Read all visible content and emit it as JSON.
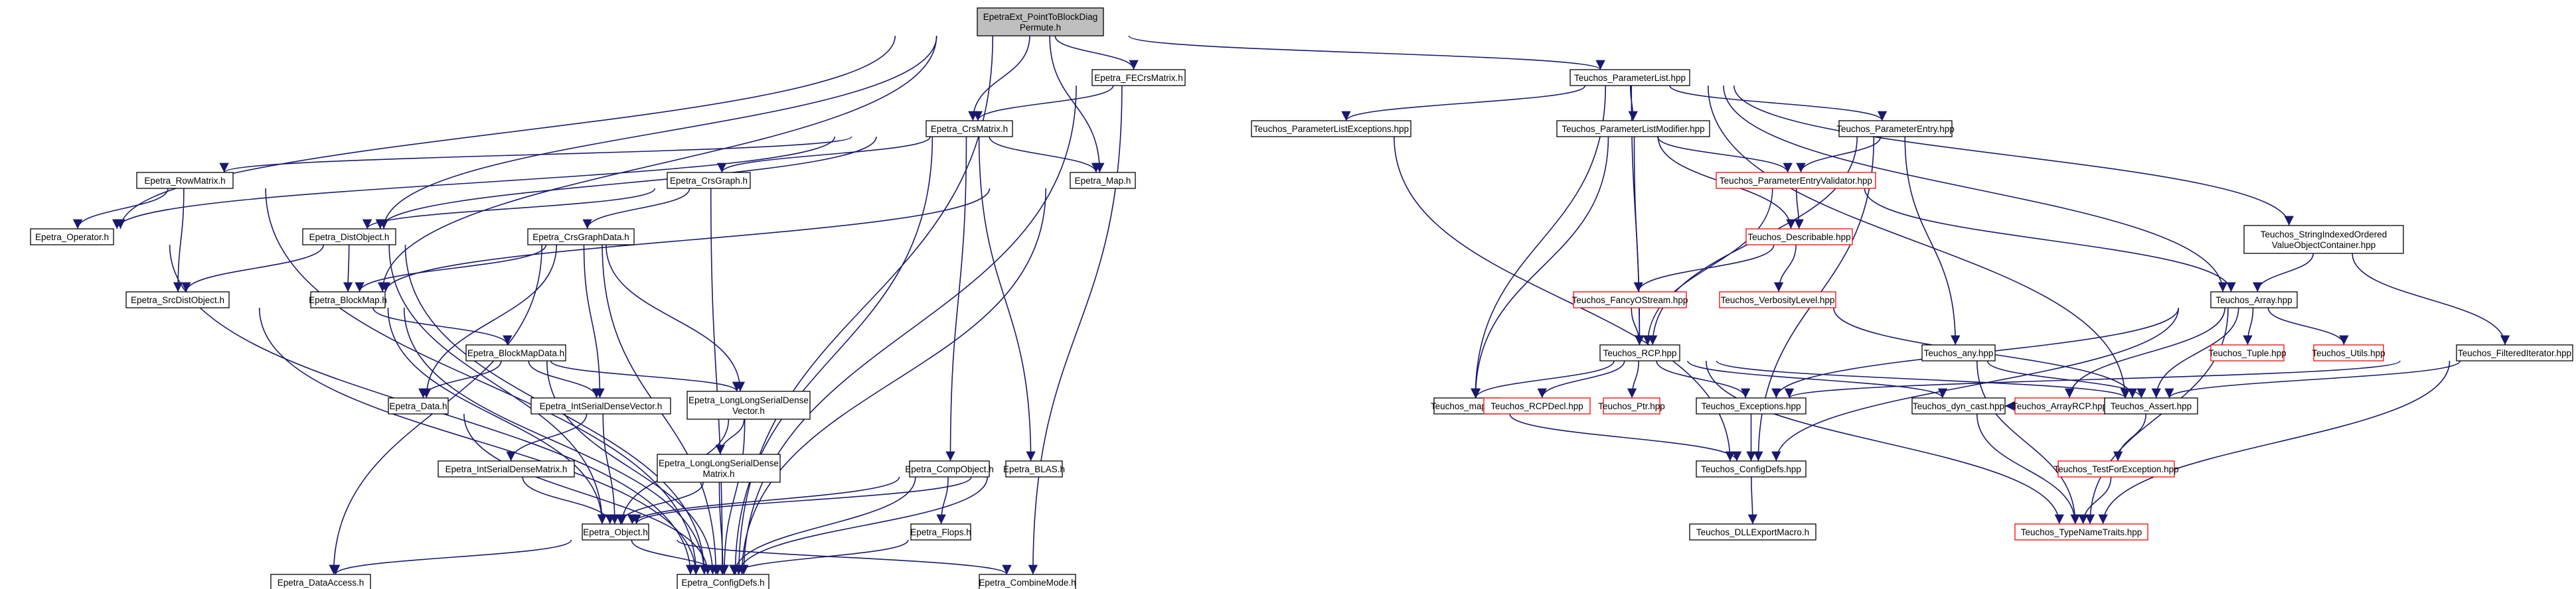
{
  "graph": {
    "nodes": [
      {
        "id": "root",
        "lines": [
          "EpetraExt_PointToBlockDiag",
          "Permute.h"
        ],
        "style": "root"
      },
      {
        "id": "fecrs",
        "lines": [
          "Epetra_FECrsMatrix.h"
        ]
      },
      {
        "id": "crs",
        "lines": [
          "Epetra_CrsMatrix.h"
        ]
      },
      {
        "id": "rowm",
        "lines": [
          "Epetra_RowMatrix.h"
        ]
      },
      {
        "id": "oper",
        "lines": [
          "Epetra_Operator.h"
        ]
      },
      {
        "id": "crsg",
        "lines": [
          "Epetra_CrsGraph.h"
        ]
      },
      {
        "id": "map",
        "lines": [
          "Epetra_Map.h"
        ]
      },
      {
        "id": "dist",
        "lines": [
          "Epetra_DistObject.h"
        ]
      },
      {
        "id": "crsgd",
        "lines": [
          "Epetra_CrsGraphData.h"
        ]
      },
      {
        "id": "srcd",
        "lines": [
          "Epetra_SrcDistObject.h"
        ]
      },
      {
        "id": "bmap",
        "lines": [
          "Epetra_BlockMap.h"
        ]
      },
      {
        "id": "bmapd",
        "lines": [
          "Epetra_BlockMapData.h"
        ]
      },
      {
        "id": "data",
        "lines": [
          "Epetra_Data.h"
        ]
      },
      {
        "id": "isdv",
        "lines": [
          "Epetra_IntSerialDenseVector.h"
        ]
      },
      {
        "id": "llsdv",
        "lines": [
          "Epetra_LongLongSerialDense",
          "Vector.h"
        ]
      },
      {
        "id": "isdm",
        "lines": [
          "Epetra_IntSerialDenseMatrix.h"
        ]
      },
      {
        "id": "llsdm",
        "lines": [
          "Epetra_LongLongSerialDense",
          "Matrix.h"
        ]
      },
      {
        "id": "comp",
        "lines": [
          "Epetra_CompObject.h"
        ]
      },
      {
        "id": "blas",
        "lines": [
          "Epetra_BLAS.h"
        ]
      },
      {
        "id": "obj",
        "lines": [
          "Epetra_Object.h"
        ]
      },
      {
        "id": "flops",
        "lines": [
          "Epetra_Flops.h"
        ]
      },
      {
        "id": "dacc",
        "lines": [
          "Epetra_DataAccess.h"
        ]
      },
      {
        "id": "ecfg",
        "lines": [
          "Epetra_ConfigDefs.h"
        ]
      },
      {
        "id": "cmode",
        "lines": [
          "Epetra_CombineMode.h"
        ]
      },
      {
        "id": "plist",
        "lines": [
          "Teuchos_ParameterList.hpp"
        ]
      },
      {
        "id": "plexc",
        "lines": [
          "Teuchos_ParameterListExceptions.hpp"
        ]
      },
      {
        "id": "plmod",
        "lines": [
          "Teuchos_ParameterListModifier.hpp"
        ]
      },
      {
        "id": "pentry",
        "lines": [
          "Teuchos_ParameterEntry.hpp"
        ]
      },
      {
        "id": "pev",
        "lines": [
          "Teuchos_ParameterEntryValidator.hpp"
        ],
        "style": "red"
      },
      {
        "id": "sioc",
        "lines": [
          "Teuchos_StringIndexedOrdered",
          "ValueObjectContainer.hpp"
        ]
      },
      {
        "id": "desc",
        "lines": [
          "Teuchos_Describable.hpp"
        ],
        "style": "red"
      },
      {
        "id": "fancy",
        "lines": [
          "Teuchos_FancyOStream.hpp"
        ],
        "style": "red"
      },
      {
        "id": "verb",
        "lines": [
          "Teuchos_VerbosityLevel.hpp"
        ],
        "style": "red"
      },
      {
        "id": "array",
        "lines": [
          "Teuchos_Array.hpp"
        ]
      },
      {
        "id": "rcp",
        "lines": [
          "Teuchos_RCP.hpp"
        ]
      },
      {
        "id": "anyh",
        "lines": [
          "Teuchos_any.hpp"
        ]
      },
      {
        "id": "arcp",
        "lines": [
          "Teuchos_ArrayRCP.hpp"
        ],
        "style": "red"
      },
      {
        "id": "tuple",
        "lines": [
          "Teuchos_Tuple.hpp"
        ],
        "style": "red"
      },
      {
        "id": "utils",
        "lines": [
          "Teuchos_Utils.hpp"
        ],
        "style": "red"
      },
      {
        "id": "filt",
        "lines": [
          "Teuchos_FilteredIterator.hpp"
        ]
      },
      {
        "id": "maph",
        "lines": [
          "Teuchos_map.hpp"
        ]
      },
      {
        "id": "rcpdecl",
        "lines": [
          "Teuchos_RCPDecl.hpp"
        ],
        "style": "red"
      },
      {
        "id": "ptr",
        "lines": [
          "Teuchos_Ptr.hpp"
        ],
        "style": "red"
      },
      {
        "id": "exc",
        "lines": [
          "Teuchos_Exceptions.hpp"
        ]
      },
      {
        "id": "dync",
        "lines": [
          "Teuchos_dyn_cast.hpp"
        ]
      },
      {
        "id": "assert",
        "lines": [
          "Teuchos_Assert.hpp"
        ]
      },
      {
        "id": "tcfg",
        "lines": [
          "Teuchos_ConfigDefs.hpp"
        ]
      },
      {
        "id": "tfe",
        "lines": [
          "Teuchos_TestForException.hpp"
        ],
        "style": "red"
      },
      {
        "id": "dll",
        "lines": [
          "Teuchos_DLLExportMacro.h"
        ]
      },
      {
        "id": "tnt",
        "lines": [
          "Teuchos_TypeNameTraits.hpp"
        ],
        "style": "red"
      }
    ],
    "edges": [
      [
        "root",
        "fecrs"
      ],
      [
        "root",
        "crs"
      ],
      [
        "root",
        "oper"
      ],
      [
        "root",
        "dist"
      ],
      [
        "root",
        "bmap"
      ],
      [
        "root",
        "map"
      ],
      [
        "root",
        "ecfg"
      ],
      [
        "root",
        "plist"
      ],
      [
        "fecrs",
        "crs"
      ],
      [
        "fecrs",
        "ecfg"
      ],
      [
        "fecrs",
        "cmode"
      ],
      [
        "crs",
        "rowm"
      ],
      [
        "crs",
        "oper"
      ],
      [
        "crs",
        "dist"
      ],
      [
        "crs",
        "crsg"
      ],
      [
        "crs",
        "map"
      ],
      [
        "crs",
        "comp"
      ],
      [
        "crs",
        "blas"
      ],
      [
        "crs",
        "ecfg"
      ],
      [
        "rowm",
        "oper"
      ],
      [
        "rowm",
        "srcd"
      ],
      [
        "rowm",
        "ecfg"
      ],
      [
        "oper",
        "ecfg"
      ],
      [
        "crsg",
        "dist"
      ],
      [
        "crsg",
        "crsgd"
      ],
      [
        "crsg",
        "ecfg"
      ],
      [
        "map",
        "bmap"
      ],
      [
        "map",
        "ecfg"
      ],
      [
        "dist",
        "srcd"
      ],
      [
        "dist",
        "bmap"
      ],
      [
        "dist",
        "obj"
      ],
      [
        "dist",
        "ecfg"
      ],
      [
        "srcd",
        "ecfg"
      ],
      [
        "crsgd",
        "bmap"
      ],
      [
        "crsgd",
        "data"
      ],
      [
        "crsgd",
        "isdv"
      ],
      [
        "crsgd",
        "llsdv"
      ],
      [
        "crsgd",
        "ecfg"
      ],
      [
        "crsgd",
        "dacc"
      ],
      [
        "bmap",
        "bmapd"
      ],
      [
        "bmap",
        "obj"
      ],
      [
        "bmap",
        "ecfg"
      ],
      [
        "bmapd",
        "data"
      ],
      [
        "bmapd",
        "isdv"
      ],
      [
        "bmapd",
        "llsdv"
      ],
      [
        "bmapd",
        "ecfg"
      ],
      [
        "data",
        "ecfg"
      ],
      [
        "isdv",
        "isdm"
      ],
      [
        "isdv",
        "obj"
      ],
      [
        "llsdv",
        "llsdm"
      ],
      [
        "llsdv",
        "obj"
      ],
      [
        "llsdv",
        "ecfg"
      ],
      [
        "isdm",
        "obj"
      ],
      [
        "llsdm",
        "obj"
      ],
      [
        "llsdm",
        "ecfg"
      ],
      [
        "comp",
        "obj"
      ],
      [
        "comp",
        "flops"
      ],
      [
        "comp",
        "ecfg"
      ],
      [
        "blas",
        "obj"
      ],
      [
        "blas",
        "ecfg"
      ],
      [
        "obj",
        "dacc"
      ],
      [
        "obj",
        "ecfg"
      ],
      [
        "obj",
        "cmode"
      ],
      [
        "flops",
        "ecfg"
      ],
      [
        "plist",
        "plexc"
      ],
      [
        "plist",
        "plmod"
      ],
      [
        "plist",
        "pentry"
      ],
      [
        "plist",
        "sioc"
      ],
      [
        "plist",
        "array"
      ],
      [
        "plist",
        "maph"
      ],
      [
        "plist",
        "rcp"
      ],
      [
        "plist",
        "assert"
      ],
      [
        "plexc",
        "tcfg"
      ],
      [
        "plmod",
        "pev"
      ],
      [
        "plmod",
        "desc"
      ],
      [
        "plmod",
        "rcp"
      ],
      [
        "plmod",
        "maph"
      ],
      [
        "pentry",
        "pev"
      ],
      [
        "pentry",
        "anyh"
      ],
      [
        "pentry",
        "rcp"
      ],
      [
        "pentry",
        "tcfg"
      ],
      [
        "pev",
        "desc"
      ],
      [
        "pev",
        "rcp"
      ],
      [
        "pev",
        "array"
      ],
      [
        "sioc",
        "array"
      ],
      [
        "sioc",
        "filt"
      ],
      [
        "desc",
        "fancy"
      ],
      [
        "desc",
        "verb"
      ],
      [
        "fancy",
        "rcp"
      ],
      [
        "verb",
        "assert"
      ],
      [
        "array",
        "arcp"
      ],
      [
        "array",
        "tuple"
      ],
      [
        "array",
        "utils"
      ],
      [
        "array",
        "assert"
      ],
      [
        "array",
        "exc"
      ],
      [
        "array",
        "tcfg"
      ],
      [
        "array",
        "tnt"
      ],
      [
        "rcp",
        "maph"
      ],
      [
        "rcp",
        "rcpdecl"
      ],
      [
        "rcp",
        "ptr"
      ],
      [
        "rcp",
        "exc"
      ],
      [
        "rcp",
        "dync"
      ],
      [
        "rcp",
        "assert"
      ],
      [
        "rcp",
        "tnt"
      ],
      [
        "anyh",
        "assert"
      ],
      [
        "anyh",
        "tnt"
      ],
      [
        "arcp",
        "assert"
      ],
      [
        "arcp",
        "dync"
      ],
      [
        "filt",
        "assert"
      ],
      [
        "filt",
        "exc"
      ],
      [
        "filt",
        "tnt"
      ],
      [
        "maph",
        "tcfg"
      ],
      [
        "exc",
        "tcfg"
      ],
      [
        "dync",
        "tnt"
      ],
      [
        "assert",
        "tfe"
      ],
      [
        "tfe",
        "tnt"
      ],
      [
        "tcfg",
        "dll"
      ]
    ]
  }
}
